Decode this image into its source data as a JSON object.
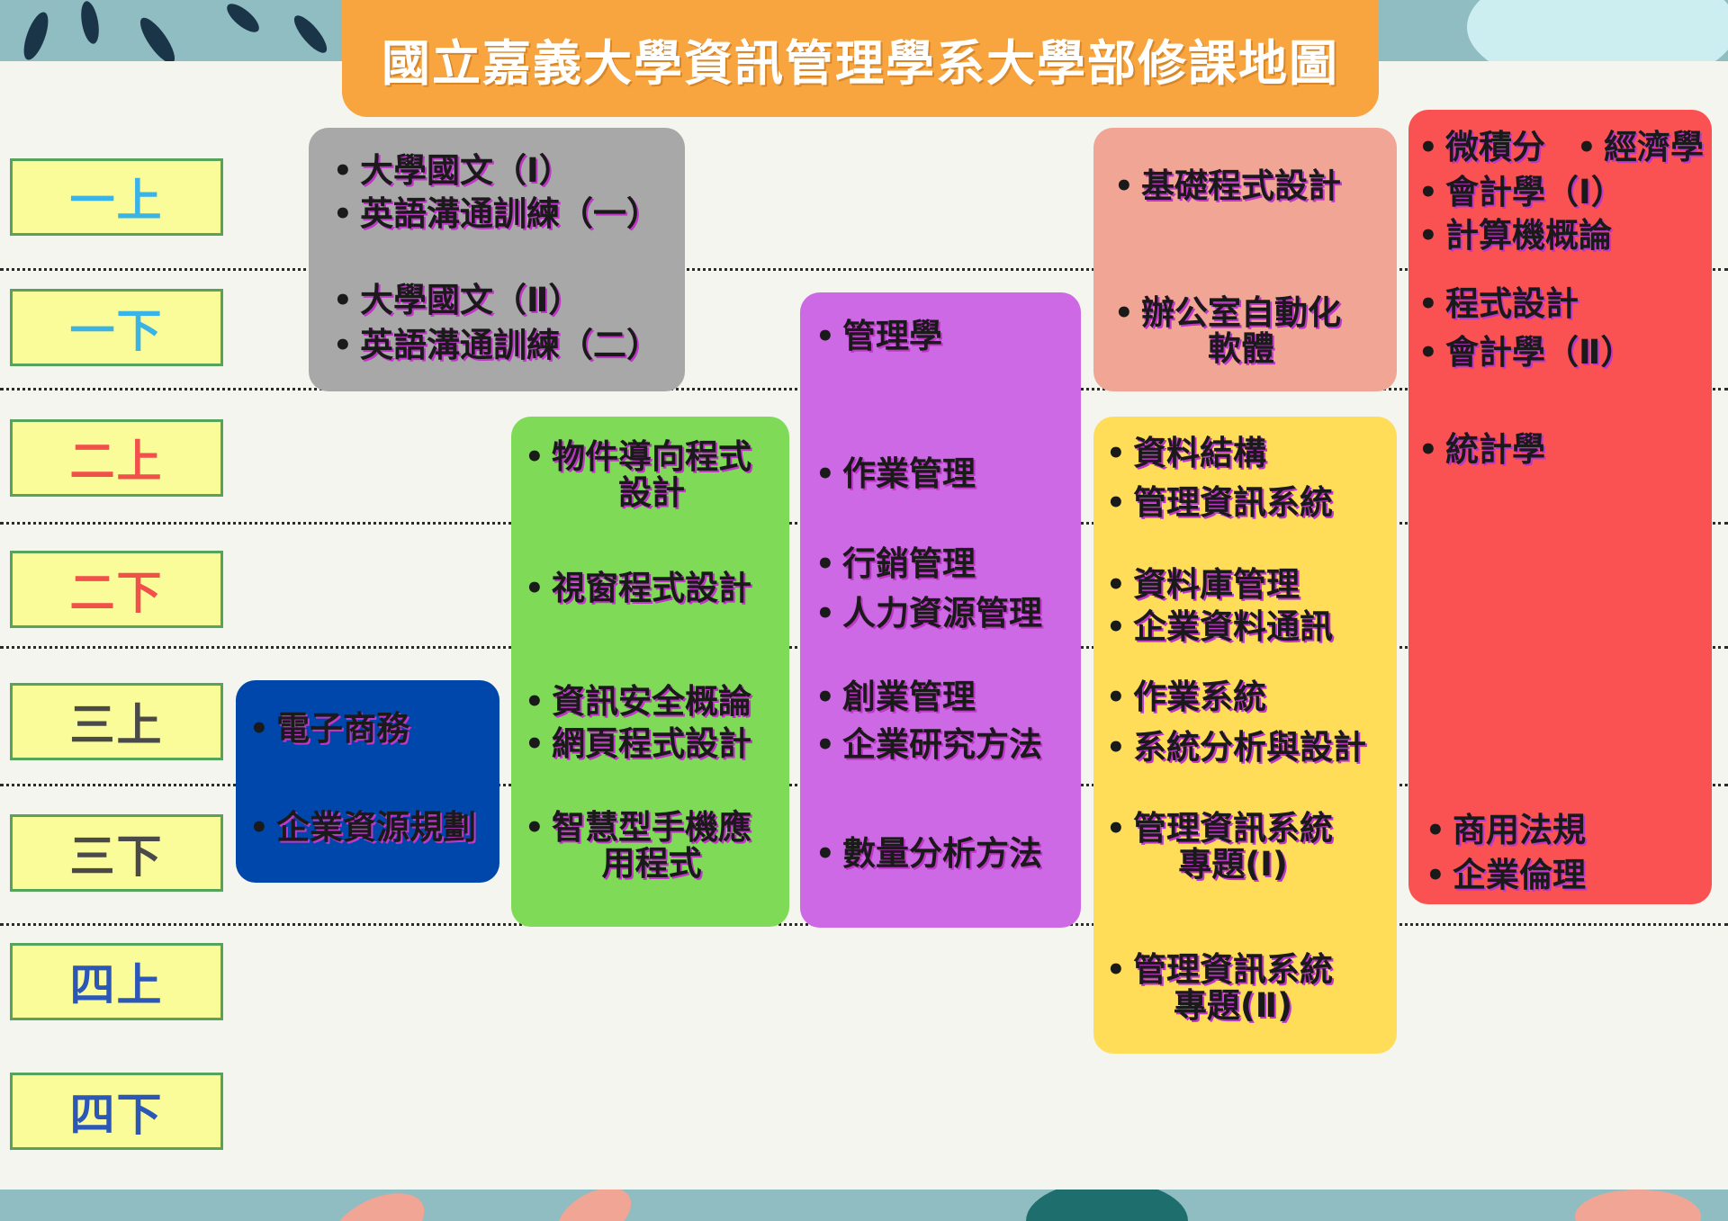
{
  "title": "國立嘉義大學資訊管理學系大學部修課地圖",
  "colors": {
    "banner": "#f9a53f",
    "band": "#8fbdc2",
    "semester_bg": "#fafb99",
    "semester_border": "#56a35a",
    "text_shadow": "#c036c9"
  },
  "semesters": [
    {
      "label": "一上",
      "color": "#3ab4e6"
    },
    {
      "label": "一下",
      "color": "#3ab4e6"
    },
    {
      "label": "二上",
      "color": "#f2504b"
    },
    {
      "label": "二下",
      "color": "#f2504b"
    },
    {
      "label": "三上",
      "color": "#4a4a4a"
    },
    {
      "label": "三下",
      "color": "#4a4a4a"
    },
    {
      "label": "四上",
      "color": "#2b57b8"
    },
    {
      "label": "四下",
      "color": "#2b57b8"
    }
  ],
  "groups": [
    {
      "color": "#a8a8a8",
      "courses": [
        "大學國文（Ⅰ）",
        "英語溝通訓練（一）",
        "大學國文（Ⅱ）",
        "英語溝通訓練（二）"
      ]
    },
    {
      "color": "#0047ab",
      "courses": [
        "電子商務",
        "企業資源規劃"
      ]
    },
    {
      "color": "#7fdb57",
      "courses": [
        "物件導向程式\n設計",
        "視窗程式設計",
        "資訊安全概論",
        "網頁程式設計",
        "智慧型手機應\n用程式"
      ]
    },
    {
      "color": "#cd69e5",
      "courses": [
        "管理學",
        "作業管理",
        "行銷管理",
        "人力資源管理",
        "創業管理",
        "企業研究方法",
        "數量分析方法"
      ]
    },
    {
      "color": "#f0a595",
      "courses": [
        "基礎程式設計",
        "辦公室自動化\n軟體"
      ]
    },
    {
      "color": "#ffdd59",
      "courses": [
        "資料結構",
        "管理資訊系統",
        "資料庫管理",
        "企業資料通訊",
        "作業系統",
        "系統分析與設計",
        "管理資訊系統\n專題(Ⅰ)",
        "管理資訊系統\n專題(Ⅱ)"
      ]
    },
    {
      "color": "#fa5252",
      "courses": [
        "微積分",
        "經濟學",
        "會計學（Ⅰ）",
        "計算機概論",
        "程式設計",
        "會計學（Ⅱ）",
        "統計學",
        "商用法規",
        "企業倫理"
      ]
    }
  ]
}
